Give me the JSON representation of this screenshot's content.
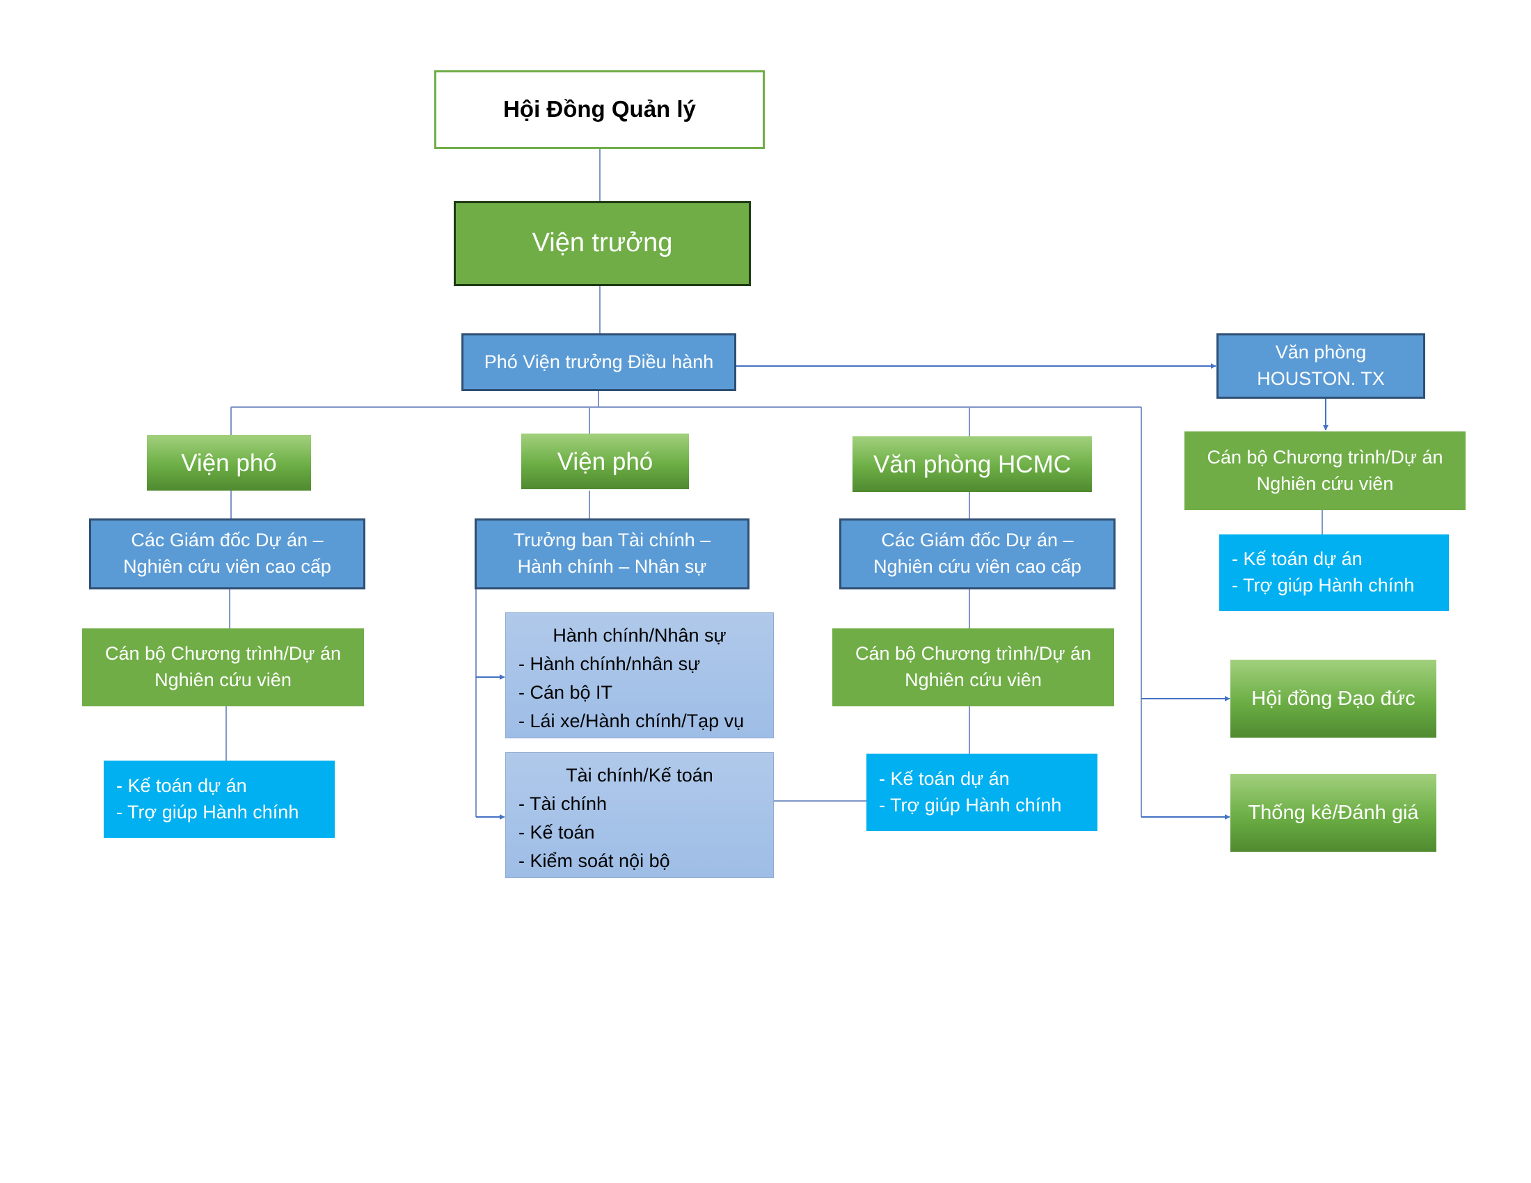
{
  "board": {
    "title": "Hội Đồng Quản lý"
  },
  "director": {
    "title": "Viện trưởng"
  },
  "executive_deputy": {
    "title": "Phó Viện trưởng Điều hành"
  },
  "houston_office": {
    "lines": [
      "Văn phòng",
      "HOUSTON. TX"
    ]
  },
  "houston_officer": {
    "lines": [
      "Cán bộ Chương trình/Dự án",
      "Nghiên cứu viên"
    ]
  },
  "houston_staff": {
    "lines": [
      "- Kế toán dự án",
      "- Trợ giúp Hành chính"
    ]
  },
  "deputy_left": {
    "title": "Viện phó"
  },
  "deputy_middle": {
    "title": "Viện phó"
  },
  "hcmc_office": {
    "title": "Văn phòng HCMC"
  },
  "left_managers": {
    "lines": [
      "Các Giám đốc Dự án –",
      "Nghiên cứu viên cao cấp"
    ]
  },
  "left_officer": {
    "lines": [
      "Cán bộ Chương trình/Dự án",
      "Nghiên cứu viên"
    ]
  },
  "left_staff": {
    "lines": [
      "- Kế toán dự án",
      "- Trợ giúp Hành chính"
    ]
  },
  "finance_head": {
    "lines": [
      "Trưởng ban Tài chính –",
      "Hành chính – Nhân sự"
    ]
  },
  "admin_hr_unit": {
    "title": "Hành chính/Nhân sự",
    "items": [
      "- Hành chính/nhân sự",
      "- Cán bộ IT",
      "- Lái xe/Hành chính/Tạp vụ"
    ]
  },
  "finance_unit": {
    "title": "Tài chính/Kế toán",
    "items": [
      "- Tài chính",
      "- Kế toán",
      "- Kiểm soát nội bộ"
    ]
  },
  "hcmc_managers": {
    "lines": [
      "Các Giám đốc Dự án –",
      "Nghiên cứu viên cao cấp"
    ]
  },
  "hcmc_officer": {
    "lines": [
      "Cán bộ Chương trình/Dự án",
      "Nghiên cứu viên"
    ]
  },
  "hcmc_staff": {
    "lines": [
      "- Kế toán dự án",
      "- Trợ giúp Hành chính"
    ]
  },
  "ethics_council": {
    "title": "Hội đồng Đạo đức"
  },
  "statistics_evaluation": {
    "title": "Thống kê/Đánh giá"
  }
}
